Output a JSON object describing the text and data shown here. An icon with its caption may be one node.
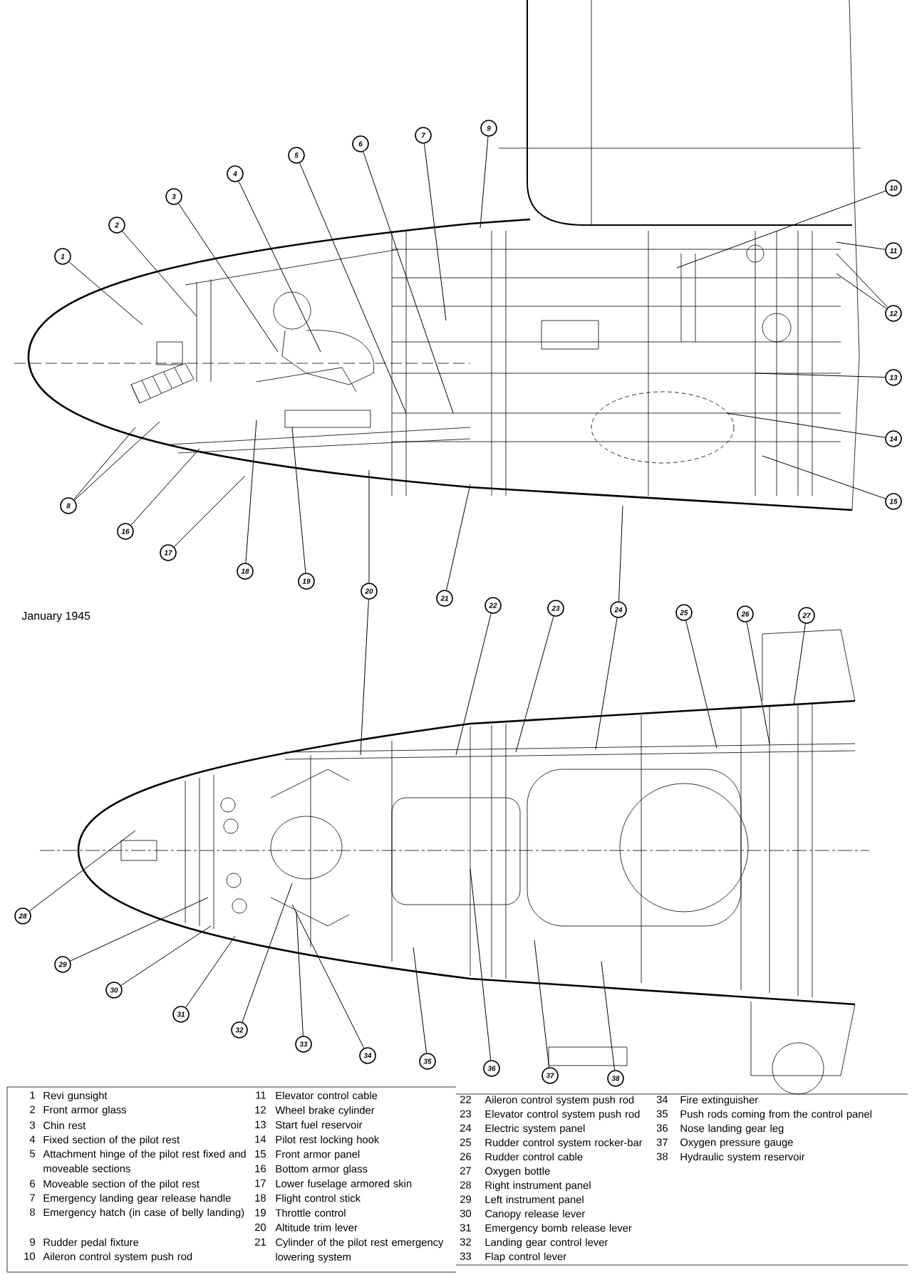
{
  "diagram": {
    "nodes": [
      {
        "text": [
          "1"
        ]
      },
      {
        "text": [
          "2"
        ]
      },
      {
        "text": [
          "3"
        ]
      },
      {
        "text": [
          "4"
        ]
      },
      {
        "text": [
          "5"
        ]
      },
      {
        "text": [
          "6"
        ]
      },
      {
        "text": [
          "7"
        ]
      },
      {
        "text": [
          "8"
        ]
      },
      {
        "text": [
          "9"
        ]
      },
      {
        "text": [
          "10"
        ]
      },
      {
        "text": [
          "11"
        ]
      },
      {
        "text": [
          "12"
        ]
      },
      {
        "text": [
          "13"
        ]
      },
      {
        "text": [
          "14"
        ]
      },
      {
        "text": [
          "15"
        ]
      },
      {
        "text": [
          "16"
        ]
      },
      {
        "text": [
          "17"
        ]
      },
      {
        "text": [
          "18"
        ]
      },
      {
        "text": [
          "19"
        ]
      },
      {
        "text": [
          "20"
        ]
      },
      {
        "text": [
          "21"
        ]
      },
      {
        "text": [
          "22"
        ]
      },
      {
        "text": [
          "23"
        ]
      },
      {
        "text": [
          "24"
        ]
      },
      {
        "text": [
          "25"
        ]
      },
      {
        "text": [
          "26"
        ]
      },
      {
        "text": [
          "27"
        ]
      },
      {
        "text": [
          "28"
        ]
      },
      {
        "text": [
          "29"
        ]
      },
      {
        "text": [
          "30"
        ]
      },
      {
        "text": [
          "31"
        ]
      },
      {
        "text": [
          "32"
        ]
      },
      {
        "text": [
          "33"
        ]
      },
      {
        "text": [
          "34"
        ]
      },
      {
        "text": [
          "35"
        ]
      },
      {
        "text": [
          "36"
        ]
      },
      {
        "text": [
          "37"
        ]
      },
      {
        "text": [
          "38"
        ]
      }
    ],
    "edges": [
      {
        "from": 0,
        "to": null,
        "arrow": "none"
      },
      {
        "from": 1,
        "to": null,
        "arrow": "none"
      },
      {
        "from": 2,
        "to": null,
        "arrow": "none"
      },
      {
        "from": 3,
        "to": null,
        "arrow": "none"
      },
      {
        "from": 4,
        "to": null,
        "arrow": "none"
      },
      {
        "from": 5,
        "to": null,
        "arrow": "none"
      },
      {
        "from": 6,
        "to": null,
        "arrow": "none"
      },
      {
        "from": 7,
        "to": null,
        "arrow": "none"
      },
      {
        "from": 7,
        "to": null,
        "arrow": "none"
      },
      {
        "from": 8,
        "to": null,
        "arrow": "none"
      },
      {
        "from": 9,
        "to": null,
        "arrow": "none"
      },
      {
        "from": 10,
        "to": null,
        "arrow": "none"
      },
      {
        "from": 11,
        "to": null,
        "arrow": "none"
      },
      {
        "from": 11,
        "to": null,
        "arrow": "none"
      },
      {
        "from": 12,
        "to": null,
        "arrow": "none"
      },
      {
        "from": 13,
        "to": null,
        "arrow": "none"
      },
      {
        "from": 14,
        "to": null,
        "arrow": "none"
      },
      {
        "from": 15,
        "to": null,
        "arrow": "none"
      },
      {
        "from": 16,
        "to": null,
        "arrow": "none"
      },
      {
        "from": 17,
        "to": null,
        "arrow": "none"
      },
      {
        "from": 18,
        "to": null,
        "arrow": "none"
      },
      {
        "from": 19,
        "to": null,
        "arrow": "none"
      },
      {
        "from": 19,
        "to": null,
        "arrow": "none"
      },
      {
        "from": 20,
        "to": null,
        "arrow": "none"
      },
      {
        "from": 21,
        "to": null,
        "arrow": "none"
      },
      {
        "from": 22,
        "to": null,
        "arrow": "none"
      },
      {
        "from": 23,
        "to": null,
        "arrow": "none"
      },
      {
        "from": 23,
        "to": null,
        "arrow": "none"
      },
      {
        "from": 24,
        "to": null,
        "arrow": "none"
      },
      {
        "from": 25,
        "to": null,
        "arrow": "none"
      },
      {
        "from": 26,
        "to": null,
        "arrow": "none"
      },
      {
        "from": 27,
        "to": null,
        "arrow": "none"
      },
      {
        "from": 28,
        "to": null,
        "arrow": "none"
      },
      {
        "from": 29,
        "to": null,
        "arrow": "none"
      },
      {
        "from": 30,
        "to": null,
        "arrow": "none"
      },
      {
        "from": 31,
        "to": null,
        "arrow": "none"
      },
      {
        "from": 32,
        "to": null,
        "arrow": "none"
      },
      {
        "from": 33,
        "to": null,
        "arrow": "none"
      },
      {
        "from": 34,
        "to": null,
        "arrow": "none"
      },
      {
        "from": 35,
        "to": null,
        "arrow": "none"
      },
      {
        "from": 36,
        "to": null,
        "arrow": "none"
      },
      {
        "from": 37,
        "to": null,
        "arrow": "none"
      }
    ],
    "labels": [
      "January 1945",
      "1",
      "Revi gunsight",
      "2",
      "Front armor glass",
      "3",
      "Chin rest",
      "4",
      "Fixed section of the pilot rest",
      "5",
      "Attachment hinge of the pilot rest fixed and moveable sections",
      "6",
      "Moveable section of the pilot rest",
      "7",
      "Emergency landing gear release handle",
      "8",
      "Emergency hatch (in case of belly landing)",
      "9",
      "Rudder pedal fixture",
      "10",
      "Aileron control system push rod",
      "11",
      "Elevator control cable",
      "12",
      "Wheel brake cylinder",
      "13",
      "Start fuel reservoir",
      "14",
      "Pilot rest locking hook",
      "15",
      "Front armor panel",
      "16",
      "Bottom armor glass",
      "17",
      "Lower fuselage armored skin",
      "18",
      "Flight control stick",
      "19",
      "Throttle control",
      "20",
      "Altitude trim lever",
      "21",
      "Cylinder of the pilot rest emergency lowering system",
      "22",
      "Aileron control system push rod",
      "23",
      "Elevator control system push rod",
      "24",
      "Electric system panel",
      "25",
      "Rudder control system rocker-bar",
      "26",
      "Rudder control cable",
      "27",
      "Oxygen bottle",
      "28",
      "Right instrument panel",
      "29",
      "Left instrument panel",
      "30",
      "Canopy release lever",
      "31",
      "Emergency bomb release lever",
      "32",
      "Landing gear control lever",
      "33",
      "Flap control lever",
      "34",
      "Fire extinguisher",
      "35",
      "Push rods coming from the control panel",
      "36",
      "Nose landing gear leg",
      "37",
      "Oxygen pressure gauge",
      "38",
      "Hydraulic system reservoir"
    ]
  }
}
